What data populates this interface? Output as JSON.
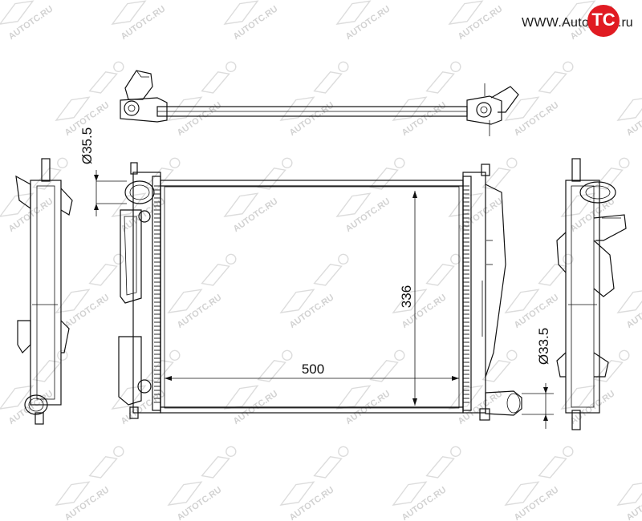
{
  "logo": {
    "prefix": "WWW.Auto",
    "badge": "TC",
    "suffix": ".ru"
  },
  "watermark": {
    "text": "AUTOTC.RU"
  },
  "dimensions": {
    "width": "500",
    "height": "336",
    "inlet_diameter": "Ø35.5",
    "outlet_diameter": "Ø33.5"
  }
}
